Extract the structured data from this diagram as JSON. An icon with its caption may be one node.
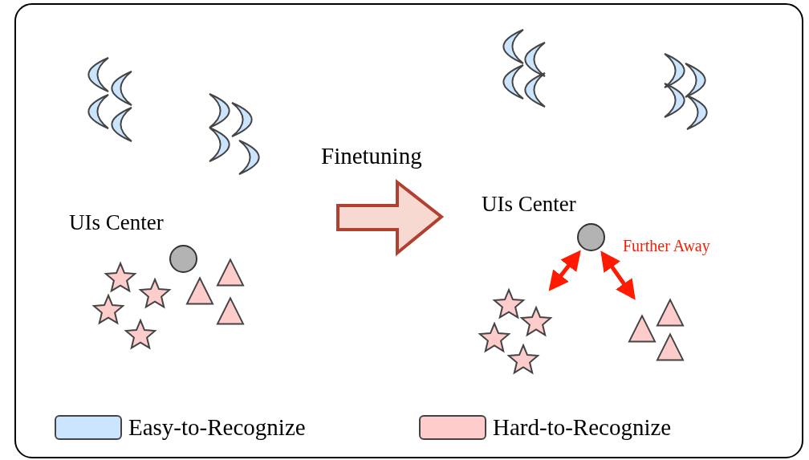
{
  "diagram": {
    "nodes": [
      {
        "text": [],
        "shape": "circle",
        "beside": [
          "UIs Center"
        ]
      },
      {
        "text": [],
        "shape": "circle",
        "beside": [
          "UIs Center"
        ]
      },
      {
        "text": [],
        "shape": "star"
      },
      {
        "text": [],
        "shape": "triangle"
      }
    ],
    "edges": [
      {
        "from": 1,
        "to": 2,
        "arrow": "both"
      },
      {
        "from": 1,
        "to": 3,
        "arrow": "both",
        "label": "Further Away"
      }
    ],
    "labels": [
      "Finetuning"
    ],
    "legend": [
      {
        "text": "Easy-to-Recognize",
        "color": "#cce5ff"
      },
      {
        "text": "Hard-to-Recognize",
        "color": "#ffcccc"
      }
    ]
  }
}
